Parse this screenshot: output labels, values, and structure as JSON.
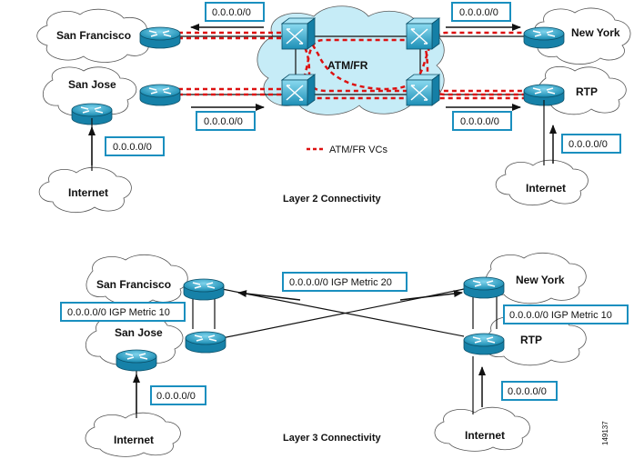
{
  "top": {
    "title": "Layer 2 Connectivity",
    "cloud_center": "ATM/FR",
    "legend": "ATM/FR VCs",
    "sites": {
      "san_francisco": "San Francisco",
      "san_jose": "San Jose",
      "new_york": "New York",
      "rtp": "RTP",
      "internet_left": "Internet",
      "internet_right": "Internet"
    },
    "routes": {
      "sf_out": "0.0.0.0/0",
      "ny_out": "0.0.0.0/0",
      "sj_in": "0.0.0.0/0",
      "rtp_in": "0.0.0.0/0",
      "internet_left": "0.0.0.0/0",
      "internet_right": "0.0.0.0/0"
    }
  },
  "bottom": {
    "title": "Layer 3 Connectivity",
    "sites": {
      "san_francisco": "San Francisco",
      "san_jose": "San Jose",
      "new_york": "New York",
      "rtp": "RTP",
      "internet_left": "Internet",
      "internet_right": "Internet"
    },
    "routes": {
      "cross": "0.0.0.0/0 IGP Metric 20",
      "left_metric": "0.0.0.0/0 IGP Metric 10",
      "right_metric": "0.0.0.0/0 IGP Metric 10",
      "internet_left": "0.0.0.0/0",
      "internet_right": "0.0.0.0/0"
    }
  },
  "figure_number": "149137",
  "colors": {
    "vc_line": "#dd1111",
    "router": "#1aa0c8",
    "cloud_fill": "#ffffff",
    "atm_cloud_fill": "#c6ecf7"
  }
}
